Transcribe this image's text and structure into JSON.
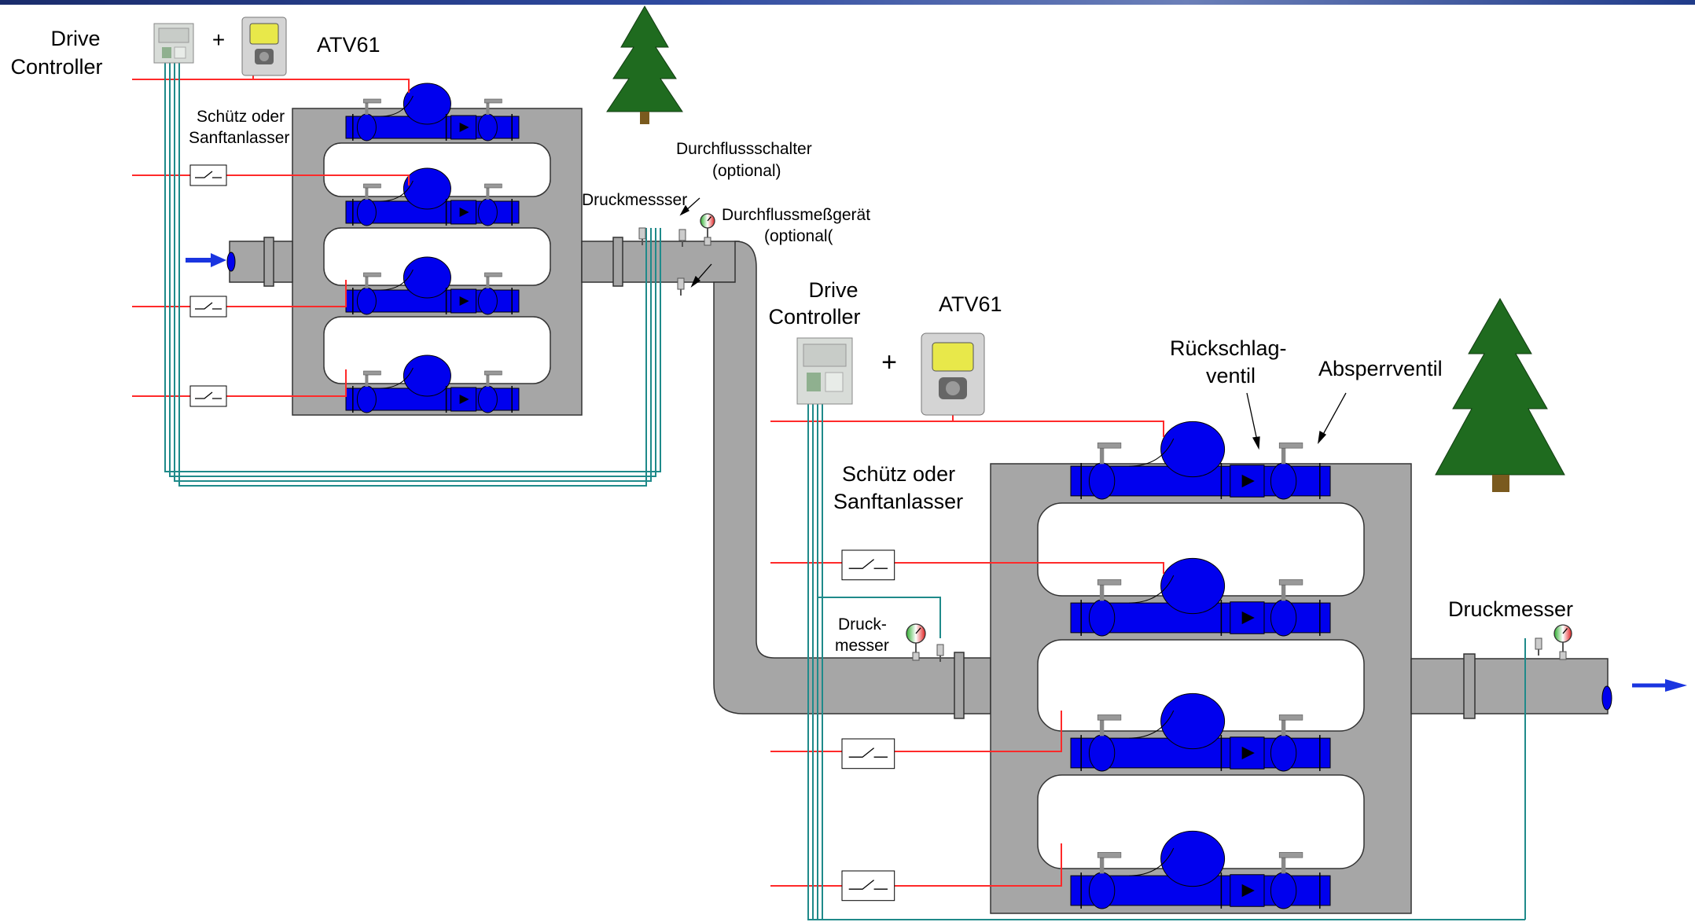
{
  "colors": {
    "pipe": "#a6a6a6",
    "pump": "#0000ee",
    "power_wire": "#ff2a2a",
    "signal_wire": "#1f8a8a",
    "tree": "#1f6b1f",
    "trunk": "#7a5a1e",
    "flow_arrow": "#1a35e0"
  },
  "icons": {
    "controller": "drive-controller-icon",
    "drive": "atv61-drive-icon",
    "gauge": "pressure-gauge-icon",
    "switch": "contactor-switch-icon",
    "tree": "tree-icon"
  },
  "station1": {
    "controller_label_line1": "Drive",
    "controller_label_line2": "Controller",
    "plus": "+",
    "drive_label": "ATV61",
    "starter_label_line1": "Schütz oder",
    "starter_label_line2": "Sanftanlasser",
    "flow_switch_line1": "Durchflussschalter",
    "flow_switch_line2": "(optional)",
    "pressure_label": "Druckmessser",
    "flowmeter_line1": "Durchflussmeßgerät",
    "flowmeter_line2": "(optional("
  },
  "station2": {
    "controller_label_line1": "Drive",
    "controller_label_line2": "Controller",
    "plus": "+",
    "drive_label": "ATV61",
    "check_valve_line1": "Rückschlag-",
    "check_valve_line2": "ventil",
    "shutoff_valve_label": "Absperrventil",
    "starter_label_line1": "Schütz oder",
    "starter_label_line2": "Sanftanlasser",
    "inlet_pressure_line1": "Druck-",
    "inlet_pressure_line2": "messer",
    "outlet_pressure_label": "Druckmesser"
  }
}
